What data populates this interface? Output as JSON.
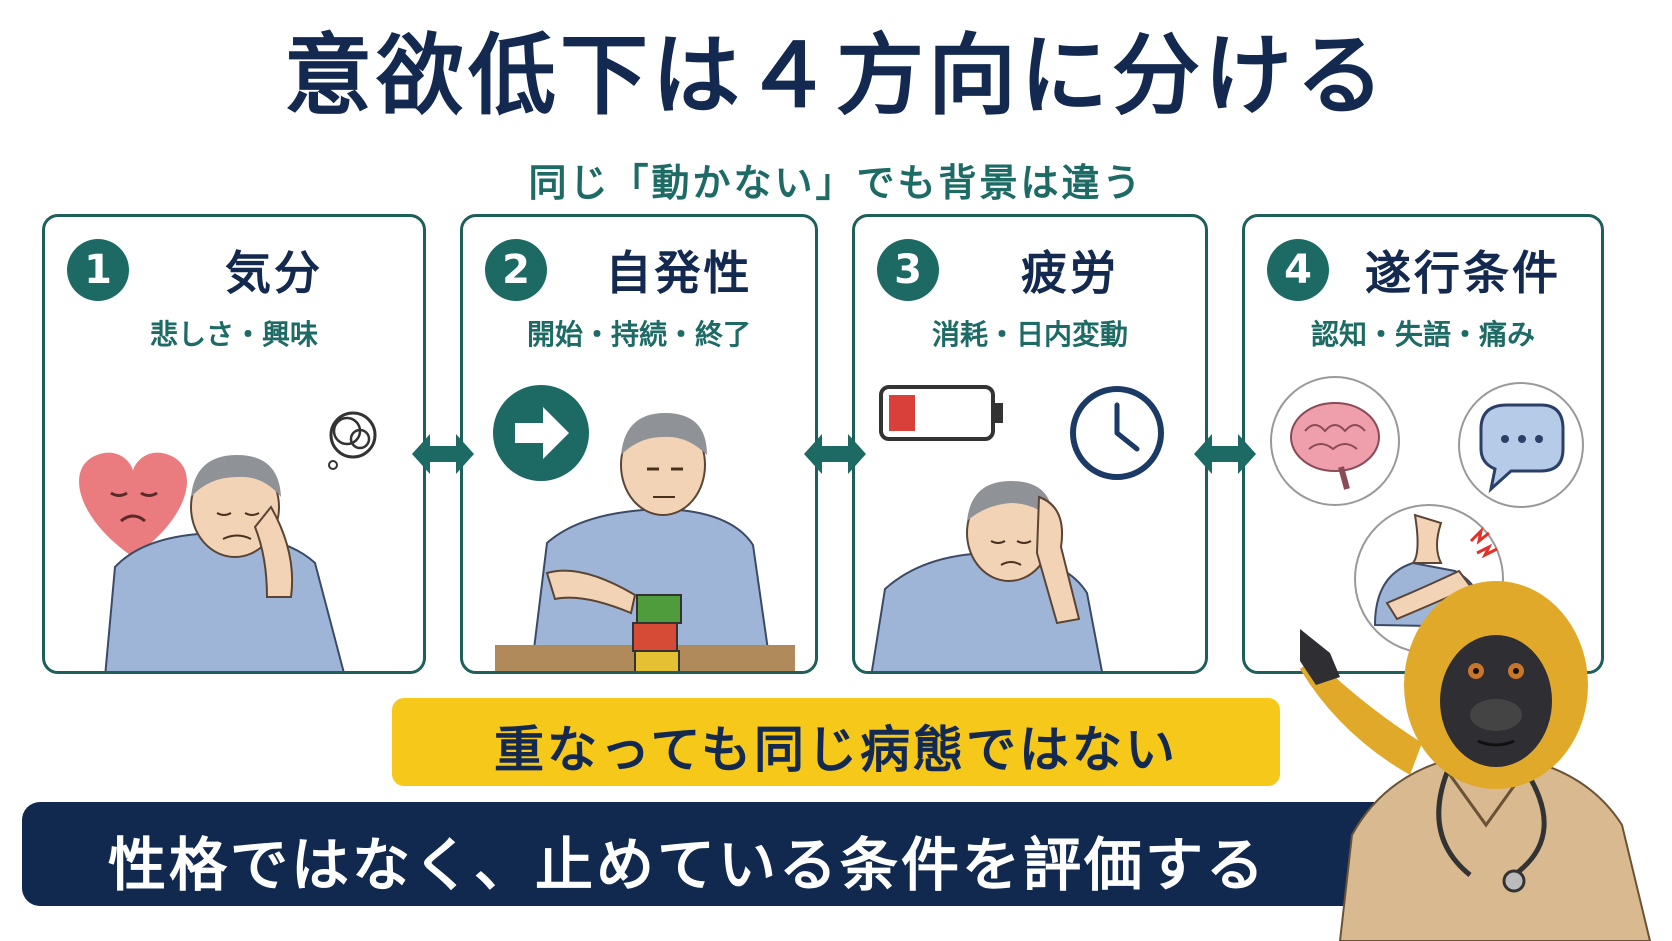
{
  "title": "意欲低下は４方向に分ける",
  "subtitle": "同じ「動かない」でも背景は違う",
  "cards": [
    {
      "number": "1",
      "title": "気分",
      "subtitle": "悲しさ・興味"
    },
    {
      "number": "2",
      "title": "自発性",
      "subtitle": "開始・持続・終了"
    },
    {
      "number": "3",
      "title": "疲労",
      "subtitle": "消耗・日内変動"
    },
    {
      "number": "4",
      "title": "遂行条件",
      "subtitle": "認知・失語・痛み"
    }
  ],
  "highlight": "重なっても同じ病態ではない",
  "conclusion": "性格ではなく、止めている条件を評価する",
  "colors": {
    "navy": "#13294f",
    "teal": "#1e6b66",
    "yellow": "#f6c81a"
  }
}
